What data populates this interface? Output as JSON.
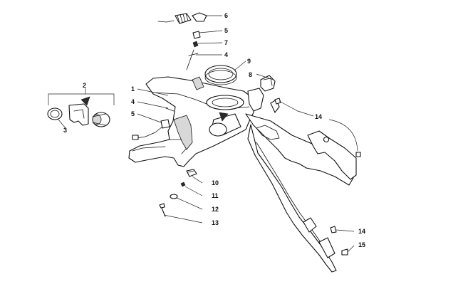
{
  "callouts": {
    "c1": "1",
    "c2": "2",
    "c3": "3",
    "c4a": "4",
    "c4b": "4",
    "c5a": "5",
    "c5b": "5",
    "c6": "6",
    "c7": "7",
    "c8": "8",
    "c9": "9",
    "c10": "10",
    "c11": "11",
    "c12": "12",
    "c13": "13",
    "c14a": "14",
    "c14b": "14",
    "c15": "15"
  }
}
